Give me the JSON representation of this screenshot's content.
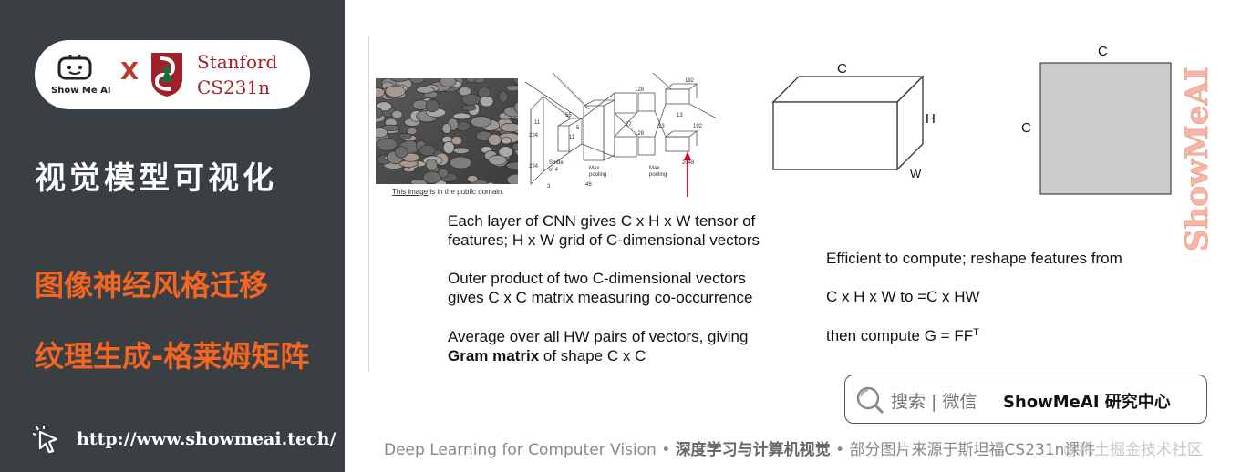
{
  "sidebar": {
    "logo_caption": "Show Me AI",
    "times": "X",
    "stanford_line1": "Stanford",
    "stanford_line2": "CS231n",
    "title": "视觉模型可视化",
    "subtitle1": "图像神经风格迁移",
    "subtitle2": "纹理生成-格莱姆矩阵",
    "url": "http://www.showmeai.tech/",
    "url_icon": "cursor-click-icon"
  },
  "slide": {
    "photo_caption_link": "This image",
    "photo_caption_rest": " is in the public domain.",
    "cnn_labels": [
      "224",
      "224",
      "Stride",
      "of 4",
      "Max",
      "pooling",
      "Max",
      "pooling",
      "3",
      "48",
      "128",
      "192",
      "128",
      "2048",
      "13",
      "13",
      "192",
      "55",
      "5",
      "27",
      "11",
      "11"
    ],
    "para1_line1": "Each layer of CNN gives C x H x W tensor of",
    "para1_line2": "features; H x W grid of C-dimensional vectors",
    "para2_line1": "Outer product of two C-dimensional vectors",
    "para2_line2": "gives C x C matrix measuring co-occurrence",
    "para3_line1": "Average over all HW pairs of vectors, giving",
    "para3_bold": "Gram matrix",
    "para3_rest": " of shape C x C",
    "cube_c": "C",
    "cube_h": "H",
    "cube_w": "W",
    "square_top": "C",
    "square_left": "C",
    "right1": "Efficient to compute; reshape features from",
    "right2": "C x H x W to  =C x HW",
    "right3": "then compute G = FF",
    "right3_sup": "T"
  },
  "watermark": "ShowMeAI",
  "search": {
    "text": "搜索 | 微信",
    "brand": "ShowMeAI 研究中心"
  },
  "footer": {
    "part1": "Deep Learning for Computer Vision",
    "sep1": " • ",
    "part2": "深度学习与计算机视觉",
    "sep2": " • ",
    "part3": "部分图片来源于斯坦福CS231n课件",
    "ghost": "@稀土掘金技术社区"
  },
  "colors": {
    "sidebar_bg": "#3a3f44",
    "accent_orange": "#f26522",
    "stanford_red": "#a3202a",
    "arrow_red": "#d9001b",
    "square_gray": "#cccccc"
  }
}
